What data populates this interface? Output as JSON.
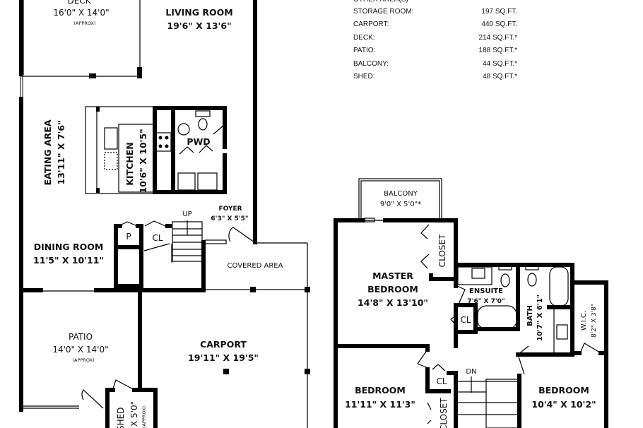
{
  "area_table": {
    "header": "OTHER AREA(S)",
    "rows": [
      {
        "label": "STORAGE ROOM:",
        "value": "197 SQ.FT."
      },
      {
        "label": "CARPORT:",
        "value": "440 SQ.FT."
      },
      {
        "label": "DECK:",
        "value": "214 SQ.FT.*"
      },
      {
        "label": "PATIO:",
        "value": "188 SQ.FT.*"
      },
      {
        "label": "BALCONY:",
        "value": "44 SQ.FT.*"
      },
      {
        "label": "SHED:",
        "value": "48 SQ.FT.*"
      }
    ]
  },
  "main_floor": {
    "deck": {
      "name": "DECK",
      "size": "16'0\" X 14'0\"",
      "note": "(APPROX)"
    },
    "living_room": {
      "name": "LIVING ROOM",
      "size": "19'6\" X 13'6\""
    },
    "eating_area": {
      "name": "EATING AREA",
      "size": "13'11\" X 7'6\""
    },
    "kitchen": {
      "name": "KITCHEN",
      "size": "10'6\" X 10'5\""
    },
    "pwd": {
      "name": "PWD"
    },
    "foyer": {
      "name": "FOYER",
      "size": "6'3\" X 5'5\""
    },
    "up": "UP",
    "pantry": "P",
    "closet": "CL",
    "dining_room": {
      "name": "DINING ROOM",
      "size": "11'5\" X 10'11\""
    },
    "covered_area": "COVERED AREA",
    "patio": {
      "name": "PATIO",
      "size": "14'0\" X 14'0\"",
      "note": "(APPROX)"
    },
    "carport": {
      "name": "CARPORT",
      "size": "19'11\" X 19'5\""
    },
    "shed": {
      "name": "SHED",
      "size": "X 5'0\"",
      "note": "(APPROX)"
    }
  },
  "upper_floor": {
    "balcony": {
      "name": "BALCONY",
      "size": "9'0\" X 5'0\"*"
    },
    "master_bedroom": {
      "name1": "MASTER",
      "name2": "BEDROOM",
      "size": "14'8\" X 13'10\""
    },
    "master_closet": "CLOSET",
    "ensuite": {
      "name": "ENSUITE",
      "size": "7'6\" X 7'0\""
    },
    "ensuite_closet": "CL",
    "bath": {
      "name": "BATH",
      "size": "10'7\" X 6'1\""
    },
    "wic": {
      "name": "W.I.C.",
      "size": "8'2\" X 3'8\""
    },
    "hall_closet": "CL",
    "down": "DN",
    "bedroom_left": {
      "name": "BEDROOM",
      "size": "11'11\" X 11'3\""
    },
    "bedroom_left_closet": "CLOSET",
    "bedroom_right": {
      "name": "BEDROOM",
      "size": "10'4\" X 10'2\""
    }
  }
}
